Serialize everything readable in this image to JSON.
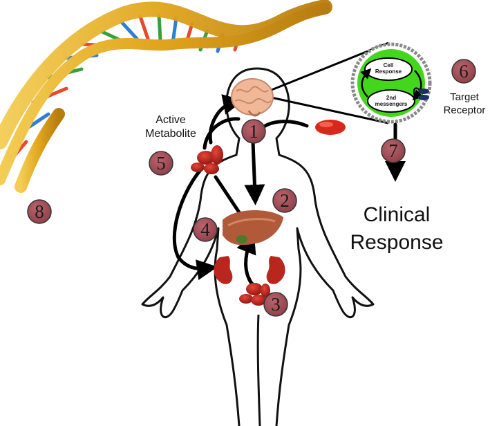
{
  "numbers": {
    "n1": "1",
    "n2": "2",
    "n3": "3",
    "n4": "4",
    "n5": "5",
    "n6": "6",
    "n7": "7",
    "n8": "8"
  },
  "labels": {
    "active_metabolite_line1": "Active",
    "active_metabolite_line2": "Metabolite",
    "target_receptor_line1": "Target",
    "target_receptor_line2": "Receptor",
    "clinical_response_line1": "Clinical",
    "clinical_response_line2": "Response"
  },
  "cell": {
    "cell_response_line1": "Cell",
    "cell_response_line2": "Response",
    "second_messengers_line1": "2nd",
    "second_messengers_line2": "messengers"
  },
  "colors": {
    "badge": "#a2525b",
    "badge_stroke": "#333333",
    "cell_green": "#44d61c",
    "dna_gold": "#e6b126",
    "organ_red": "#b8261d",
    "liver": "#b05a3a",
    "brain": "#f0b896"
  },
  "icons": [
    "dna-helix-icon",
    "brain-icon",
    "pill-icon",
    "liver-icon",
    "kidney-icon",
    "blood-cells-icon",
    "cell-icon",
    "receptor-icon"
  ]
}
